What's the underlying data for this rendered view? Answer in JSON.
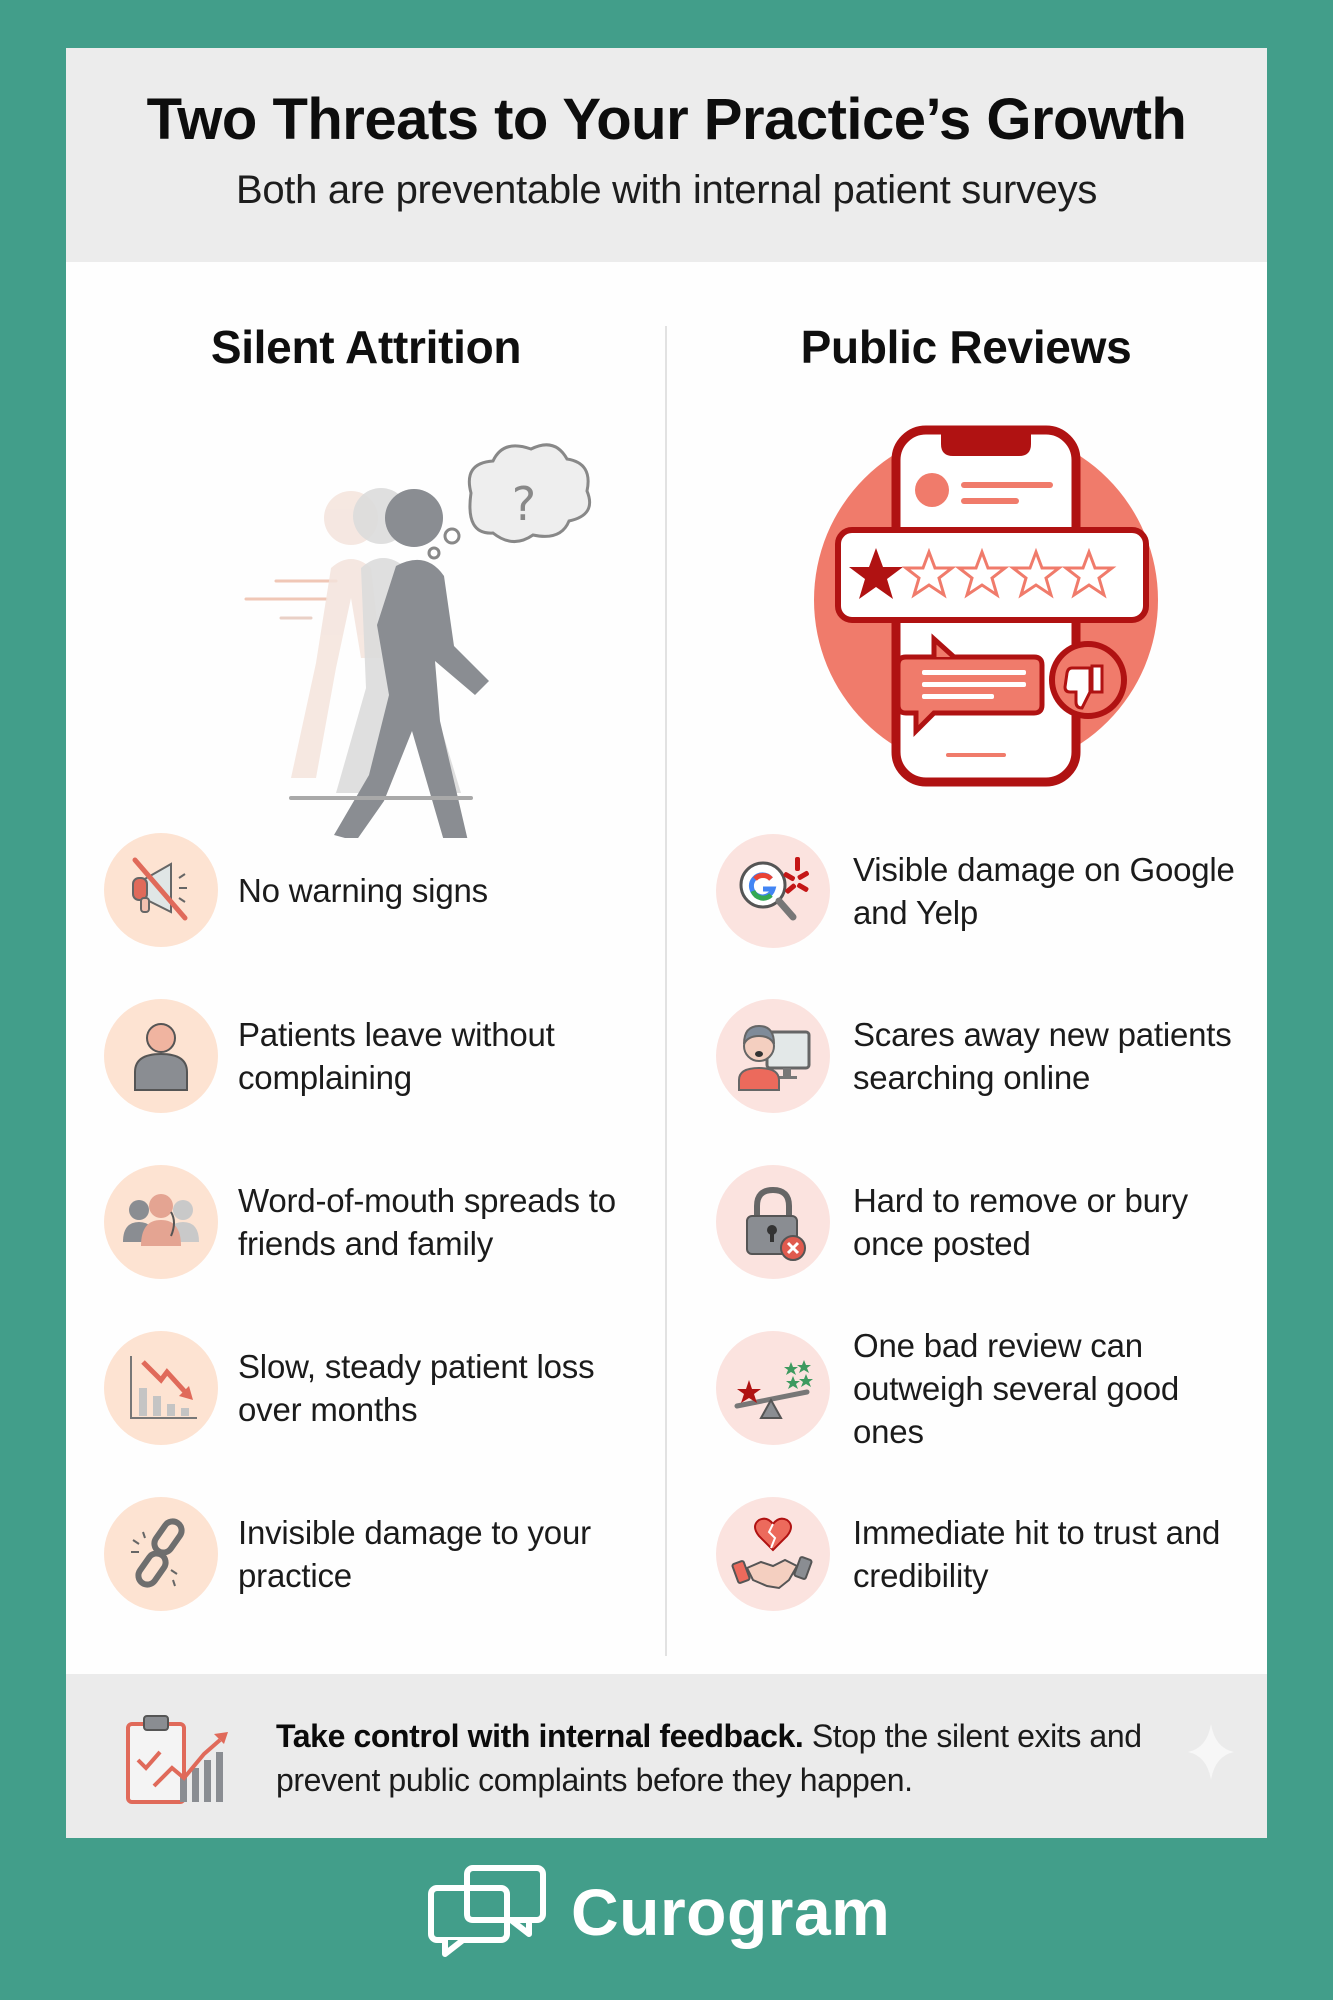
{
  "header": {
    "title": "Two Threats to Your Practice’s Growth",
    "subtitle": "Both are preventable with internal patient surveys"
  },
  "columns": {
    "left": {
      "heading": "Silent Attrition",
      "illustration": "walking-person-with-question-thought-icon",
      "items": [
        {
          "icon": "muted-megaphone-icon",
          "text": "No warning signs"
        },
        {
          "icon": "person-icon",
          "text": "Patients leave without complaining"
        },
        {
          "icon": "people-whispering-icon",
          "text": "Word-of-mouth spreads to friends and family"
        },
        {
          "icon": "declining-chart-icon",
          "text": "Slow, steady patient loss over months"
        },
        {
          "icon": "broken-chain-icon",
          "text": "Invisible damage to your practice"
        }
      ]
    },
    "right": {
      "heading": "Public Reviews",
      "illustration": "phone-one-star-review-icon",
      "items": [
        {
          "icon": "google-yelp-search-icon",
          "text": "Visible damage on Google and Yelp"
        },
        {
          "icon": "worried-person-computer-icon",
          "text": "Scares away new patients searching online"
        },
        {
          "icon": "locked-padlock-icon",
          "text": "Hard to remove or bury once posted"
        },
        {
          "icon": "unbalanced-scale-stars-icon",
          "text": "One bad review can outweigh several good ones"
        },
        {
          "icon": "broken-heart-handshake-icon",
          "text": "Immediate hit to trust and credibility"
        }
      ]
    }
  },
  "footer": {
    "icon": "clipboard-growth-chart-icon",
    "bold_text": "Take control with internal feedback.",
    "text": " Stop the silent exits and prevent public complaints before they happen."
  },
  "brand": {
    "name": "Curogram",
    "icon": "chat-bubbles-logo-icon"
  },
  "colors": {
    "background_teal": "#429e8a",
    "accent_red": "#b01212",
    "accent_coral": "#f07b6b",
    "left_icon_bg": "#fde3d2",
    "right_icon_bg": "#fbe3df",
    "gray_figure": "#8a8d92"
  }
}
